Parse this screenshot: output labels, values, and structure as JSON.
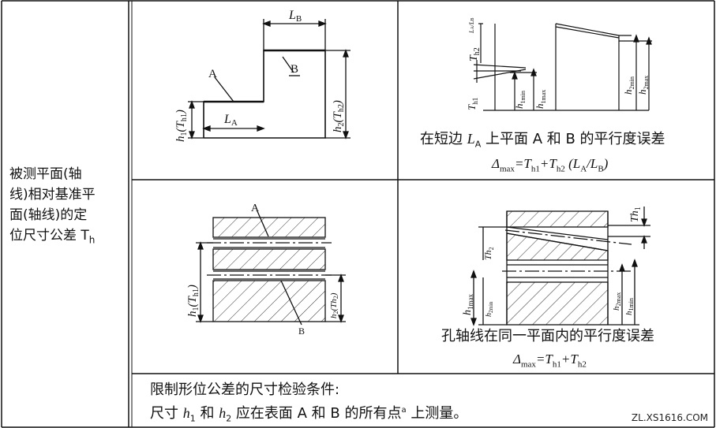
{
  "row_label": {
    "line1": "被测平面(轴",
    "line2": "线)相对基准平",
    "line3": "面(轴线)的定",
    "line4": "位尺寸公差 T",
    "line4_sub": "h"
  },
  "figure1": {
    "label_LB": "L",
    "label_LB_sub": "B",
    "label_LA": "L",
    "label_LA_sub": "A",
    "label_A": "A",
    "label_B": "B",
    "label_h1": "h",
    "label_h1_sub": "1",
    "label_Th1": "(T",
    "label_Th1_sub": "h1",
    "label_Th1_close": ")",
    "label_h2": "h",
    "label_h2_sub": "2",
    "label_Th2": "(T",
    "label_Th2_sub": "h2",
    "label_Th2_close": ")"
  },
  "figure2": {
    "label_Th2": "T",
    "label_Th2_sub": "h2",
    "label_ratio_top": "L",
    "label_ratio_top_sub": "A",
    "label_ratio_bot": "L",
    "label_ratio_bot_sub": "B",
    "label_Th1": "T",
    "label_Th1_sub": "h1",
    "label_h1min": "h",
    "label_h1min_sub": "1min",
    "label_h1max": "h",
    "label_h1max_sub": "1max",
    "label_h2min": "h",
    "label_h2min_sub": "2min",
    "label_h2max": "h",
    "label_h2max_sub": "2max",
    "caption_pre": "在短边 ",
    "caption_L": "L",
    "caption_L_sub": "A",
    "caption_post": " 上平面 A 和 B 的平行度误差",
    "formula": "Δ",
    "formula_sub": "max",
    "formula_eq": "=T",
    "formula_t1_sub": "h1",
    "formula_plus": "+T",
    "formula_t2_sub": "h2",
    "formula_paren": " (L",
    "formula_pa_sub": "A",
    "formula_slash": "/L",
    "formula_pb_sub": "B",
    "formula_close": ")"
  },
  "figure3": {
    "label_A": "A",
    "label_B": "B",
    "label_h1": "h",
    "label_h1_sub": "1",
    "label_Th1": "(T",
    "label_Th1_sub": "h1",
    "label_Th1_close": ")",
    "label_h2": "h",
    "label_h2_sub": "2",
    "label_Th2": "(Th",
    "label_Th2_sub": "2",
    "label_Th2_close": ")"
  },
  "figure4": {
    "label_Th1": "Th",
    "label_Th1_sub": "1",
    "label_Th2": "Th",
    "label_Th2_sub": "2",
    "label_h1max": "h",
    "label_h1max_sub": "1max",
    "label_h2min": "h",
    "label_h2min_sub": "2min",
    "label_h2max": "h",
    "label_h2max_sub": "2max",
    "label_h1min": "h",
    "label_h1min_sub": "1min",
    "caption": "孔轴线在同一平面内的平行度误差",
    "formula": "Δ",
    "formula_sub": "max",
    "formula_eq": "=T",
    "formula_t1_sub": "h1",
    "formula_plus": "+T",
    "formula_t2_sub": "h2"
  },
  "footer": {
    "line1": "限制形位公差的尺寸检验条件:",
    "line2_pre": "尺寸 ",
    "line2_h1": "h",
    "line2_h1_sub": "1",
    "line2_mid": " 和 ",
    "line2_h2": "h",
    "line2_h2_sub": "2",
    "line2_post": " 应在表面 A 和 B 的所有点",
    "line2_sup": "a",
    "line2_end": " 上测量。"
  },
  "watermark": "ZL.XS1616.COM"
}
